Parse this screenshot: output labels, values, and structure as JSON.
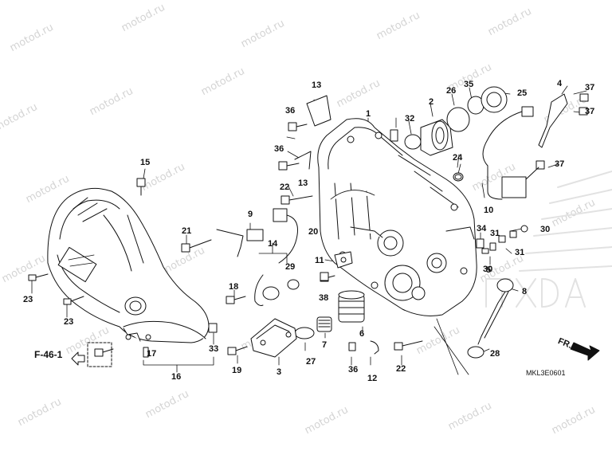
{
  "watermark": "motod.ru",
  "figure_ref": "F-46-1",
  "direction_label": "FR.",
  "diagram_code": "MKL3E0601",
  "refs": [
    "1",
    "2",
    "3",
    "4",
    "5",
    "6",
    "7",
    "8",
    "9",
    "10",
    "11",
    "12",
    "13",
    "13",
    "14",
    "15",
    "16",
    "17",
    "18",
    "19",
    "20",
    "21",
    "22",
    "22",
    "23",
    "23",
    "24",
    "25",
    "26",
    "27",
    "28",
    "29",
    "30",
    "30",
    "31",
    "31",
    "32",
    "33",
    "34",
    "35",
    "36",
    "36",
    "36",
    "37",
    "37",
    "37",
    "38"
  ]
}
